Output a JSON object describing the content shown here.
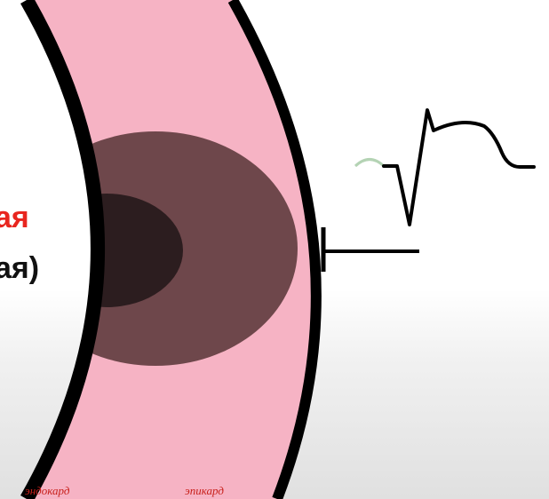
{
  "colors": {
    "wall": "#f6b3c4",
    "outer_zone": "#6e474b",
    "inner_zone": "#2c1d1f",
    "outline": "#000000",
    "label_red": "#e8261f",
    "label_dark": "#111111",
    "ecg_trace": "#000000",
    "ecg_p_wave": "#b4d3b4"
  },
  "side_text": {
    "red_fragment": "ая",
    "black_fragment": "ая)"
  },
  "labels": {
    "endocardium": "эндокард",
    "epicardium": "эпикард"
  },
  "icons": {
    "electrode": "electrode-icon"
  }
}
